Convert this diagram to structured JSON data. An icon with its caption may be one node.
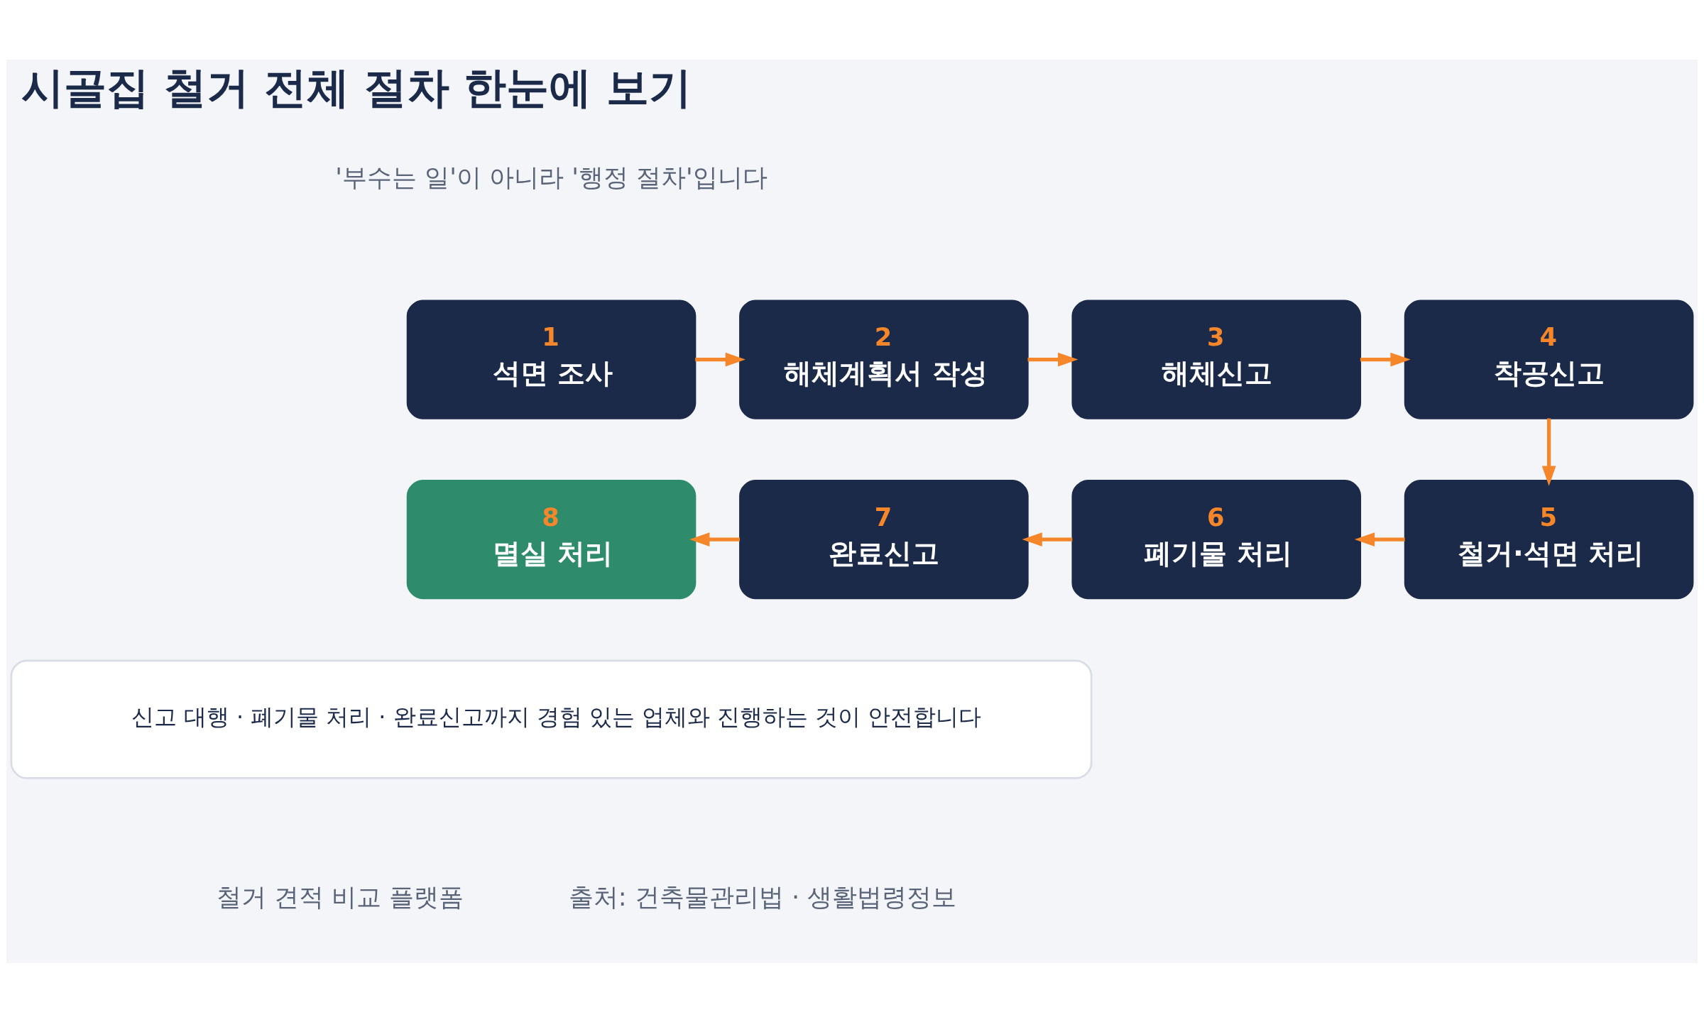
{
  "diagram": {
    "title": "시골집 철거 전체 절차 한눈에 보기",
    "nodes": [
      {
        "text": [
          "1",
          "석면 조사"
        ]
      },
      {
        "text": [
          "2",
          "해체계획서 작성"
        ]
      },
      {
        "text": [
          "3",
          "해체신고"
        ]
      },
      {
        "text": [
          "4",
          "착공신고"
        ]
      },
      {
        "text": [
          "5",
          "철거·석면 처리"
        ]
      },
      {
        "text": [
          "6",
          "폐기물 처리"
        ]
      },
      {
        "text": [
          "7",
          "완료신고"
        ]
      },
      {
        "text": [
          "8",
          "멸실 처리"
        ]
      },
      {
        "text": [
          "신고 대행 · 폐기물 처리 · 완료신고까지 경험 있는 업체와 진행하는 것이 안전합니다"
        ]
      }
    ],
    "edges": [
      {
        "from": 0,
        "to": 1,
        "arrow": "to"
      },
      {
        "from": 1,
        "to": 2,
        "arrow": "to"
      },
      {
        "from": 2,
        "to": 3,
        "arrow": "to"
      },
      {
        "from": 3,
        "to": 4,
        "arrow": "to"
      },
      {
        "from": 4,
        "to": 5,
        "arrow": "to"
      },
      {
        "from": 5,
        "to": 6,
        "arrow": "to"
      },
      {
        "from": 6,
        "to": 7,
        "arrow": "to"
      }
    ],
    "labels": [
      "'부수는 일'이 아니라 '행정 절차'입니다",
      "철거 견적 비교 플랫폼",
      "출처: 건축물관리법 · 생활법령정보"
    ]
  }
}
